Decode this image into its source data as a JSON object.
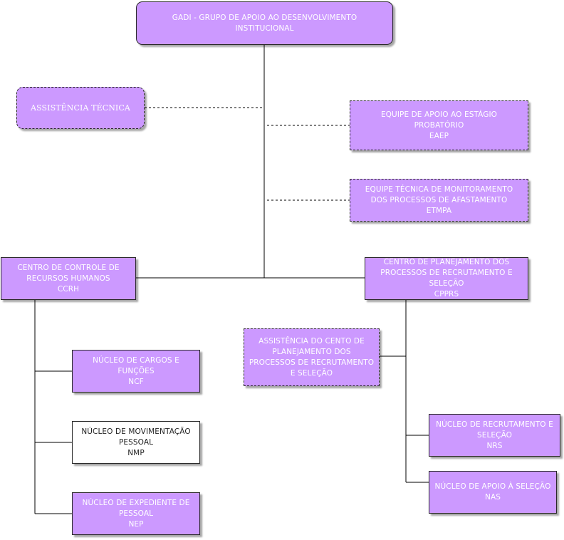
{
  "colors": {
    "box_fill": "#cc99ff",
    "box_text": "#ffffff",
    "line": "#000000"
  },
  "nodes": {
    "gadi": [
      "GADI - GRUPO DE APOIO AO DESENVOLVIMENTO",
      "INSTITUCIONAL"
    ],
    "assistencia_tecnica": [
      "ASSISTÊNCIA TÉCNICA"
    ],
    "eaep": [
      "EQUIPE DE APOIO AO ESTÁGIO",
      "PROBATÓRIO",
      "EAEP"
    ],
    "etmpa": [
      "EQUIPE TÉCNICA DE MONITORAMENTO",
      "DOS PROCESSOS DE AFASTAMENTO",
      "ETMPA"
    ],
    "ccrh": [
      "CENTRO DE CONTROLE DE",
      "RECURSOS HUMANOS",
      "CCRH"
    ],
    "cpprs": [
      "CENTRO DE PLANEJAMENTO DOS",
      "PROCESSOS DE RECRUTAMENTO E",
      "SELEÇÃO",
      "CPPRS"
    ],
    "assistencia_cpprs": [
      "ASSISTÊNCIA DO CENTO DE",
      "PLANEJAMENTO DOS",
      "PROCESSOS DE RECRUTAMENTO",
      "E SELEÇÃO"
    ],
    "ncf": [
      "NÚCLEO DE CARGOS E",
      "FUNÇÕES",
      "NCF"
    ],
    "nmp": [
      "NÚCLEO DE MOVIMENTAÇÃO",
      "PESSOAL",
      "NMP"
    ],
    "nep": [
      "NÚCLEO DE EXPEDIENTE DE",
      "PESSOAL",
      "NEP"
    ],
    "nrs": [
      "NÚCLEO DE RECRUTAMENTO E",
      "SELEÇÃO",
      "NRS"
    ],
    "nas": [
      "NÚCLEO DE APOIO À SELEÇÃO",
      "NAS"
    ]
  }
}
